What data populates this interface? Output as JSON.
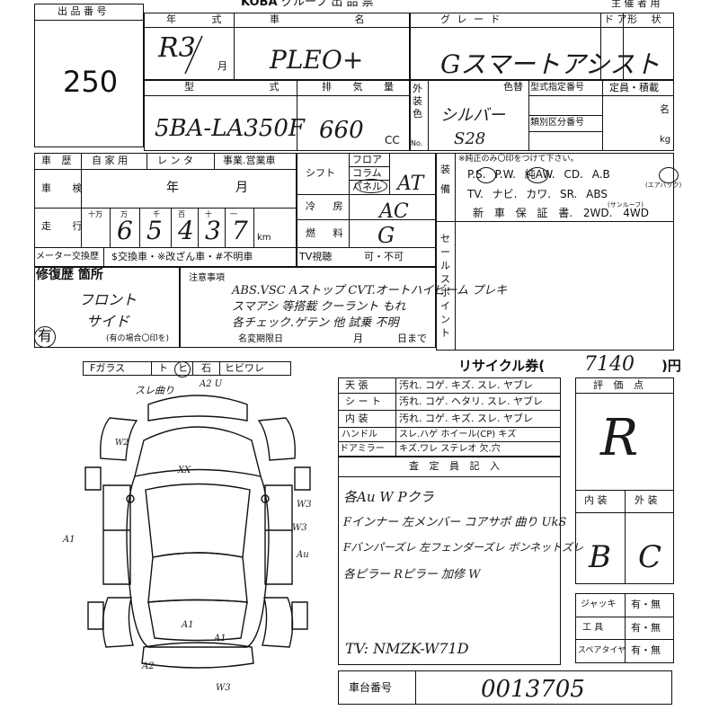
{
  "header": {
    "org": "KOBA",
    "org_suffix": "グループ 出 品 票",
    "host": "主 催 者 用"
  },
  "lot": {
    "label": "出 品 番 号",
    "number": "250"
  },
  "model_year": {
    "label": "年 式",
    "value": "R3",
    "month_suffix": "月"
  },
  "car_name": {
    "label": "車 名",
    "value": "PLEO+"
  },
  "grade": {
    "label": "グ レ ー ド",
    "value": "Gスマートアシスト"
  },
  "doors": {
    "label": "ド ア"
  },
  "body_shape": {
    "label": "形 状"
  },
  "model_code": {
    "label": "型 式",
    "value": "5BA-LA350F"
  },
  "displacement": {
    "label": "排 気 量",
    "value": "660",
    "unit": "CC"
  },
  "exterior_color": {
    "label": "外装色",
    "label_no": "No.",
    "value": "シルバー",
    "code": "S28"
  },
  "color_change": {
    "label": "色替"
  },
  "type_designation": {
    "label": "型式指定番号"
  },
  "category_number": {
    "label": "類別区分番号"
  },
  "capacity": {
    "label": "定員・積載",
    "unit_person": "名",
    "unit_kg": "kg"
  },
  "history": {
    "label": "車 歴",
    "options": [
      "自 家 用",
      "レ ン タ",
      "事業.営業車"
    ]
  },
  "inspection": {
    "label": "車 検",
    "year": "年",
    "month": "月"
  },
  "mileage": {
    "label": "走 行",
    "digits_labels": [
      "十万",
      "万",
      "千",
      "百",
      "十",
      "一"
    ],
    "digits": [
      "",
      "6",
      "5",
      "4",
      "3",
      "7"
    ],
    "unit": "km"
  },
  "meter": {
    "label": "メーター交換歴",
    "options": "$交換車・※改ざん車・#不明車"
  },
  "shift": {
    "label": "シフト",
    "options": [
      "フロア",
      "コラム",
      "パネル"
    ],
    "value": "AT"
  },
  "aircon": {
    "label": "冷 房",
    "value": "AC"
  },
  "fuel": {
    "label": "燃 料",
    "value": "G"
  },
  "tv": {
    "label": "TV視聴",
    "value": "可・不可"
  },
  "equipment": {
    "label": "装 備",
    "note": "※純正のみ〇印をつけて下さい。",
    "row1": [
      "P.S.",
      "P.W.",
      "純AW.",
      "CD.",
      "A.B"
    ],
    "row1_note": "(エアバック)",
    "row2": [
      "TV.",
      "ナビ.",
      "カワ.",
      "SR.",
      "ABS"
    ],
    "row2_note": "(サンルーフ)",
    "row3": [
      "新 車 保 証 書.",
      "2WD.",
      "4WD"
    ]
  },
  "sales_point": {
    "label": "セールスポイント"
  },
  "repair": {
    "label": "修復歴 箇所",
    "items": [
      "フロント",
      "サイド"
    ],
    "mark": "有",
    "note": "(有の場合〇印を)"
  },
  "notes": {
    "label": "注意事項",
    "lines": [
      "ABS.VSC Aストップ CVT.オートハイビーム プレキ",
      "スマアシ 等搭載 クーラント もれ",
      "各チェック.ゲテン 他 試乗 不明"
    ],
    "rename_label": "名変期限日",
    "rename_month": "月",
    "rename_day": "日まで"
  },
  "glass": {
    "items": [
      "Fガラス",
      "ト",
      "ヒ",
      "石",
      "ヒビワレ"
    ]
  },
  "recycle": {
    "label": "リサイクル券(",
    "value": "7140",
    "unit": ")円"
  },
  "condition_table": {
    "rows": [
      {
        "label": "天 張",
        "options": "汚れ. コゲ. キズ. スレ. ヤブレ"
      },
      {
        "label": "シ ー ト",
        "options": "汚れ. コゲ. ヘタリ. スレ. ヤブレ"
      },
      {
        "label": "内 装",
        "options": "汚れ. コゲ. キズ. スレ. ヤブレ"
      },
      {
        "label": "ハンドル",
        "options": "スレ.ハゲ  ホイール(CP)  キズ"
      },
      {
        "label": "ドアミラー",
        "options": "キズ.ワレ  ステレオ  欠.穴"
      }
    ]
  },
  "inspector": {
    "label": "査 定 員 記 入",
    "lines": [
      "各Au W Pクラ",
      "Fインナー 左メンバー コアサポ 曲り UkS",
      "Fバンパーズレ 左フェンダーズレ ボンネットズレ",
      "各ピラー Rピラー 加修 W"
    ],
    "tv_code": "TV: NMZK-W71D"
  },
  "evaluation": {
    "label": "評 価 点",
    "score": "R",
    "interior_label": "内 装",
    "exterior_label": "外 装",
    "interior": "B",
    "exterior": "C"
  },
  "accessories": {
    "rows": [
      {
        "label": "ジャッキ",
        "value": "有・無"
      },
      {
        "label": "工 具",
        "value": "有・無"
      },
      {
        "label": "スペアタイヤ",
        "value": "有・無"
      }
    ]
  },
  "chassis": {
    "label": "車台番号",
    "value": "0013705"
  },
  "diagram_notes": {
    "top": "スレ曲り",
    "top2": "A2 U",
    "wa": "W2",
    "w3a": "W3",
    "w3b": "W3",
    "w3c": "W3",
    "au": "Au",
    "a1": "A1",
    "a1b": "A1",
    "a1c": "A1",
    "ax": "XX",
    "a2": "A2"
  }
}
